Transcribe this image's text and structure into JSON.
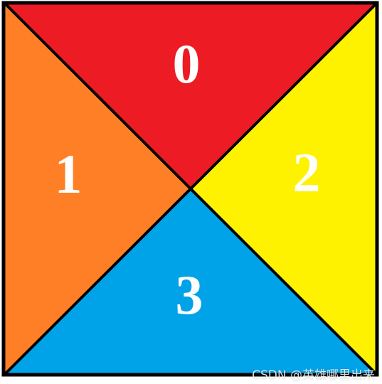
{
  "colors": {
    "triangle_0": "#ed1c24",
    "triangle_1": "#ff7f27",
    "triangle_2": "#fff200",
    "triangle_3": "#00a2e8",
    "outline": "#000000",
    "label": "#ffffff"
  },
  "triangles": [
    {
      "id": "0",
      "label": "0"
    },
    {
      "id": "1",
      "label": "1"
    },
    {
      "id": "2",
      "label": "2"
    },
    {
      "id": "3",
      "label": "3"
    }
  ],
  "watermark": "CSDN @英雄哪里出来"
}
